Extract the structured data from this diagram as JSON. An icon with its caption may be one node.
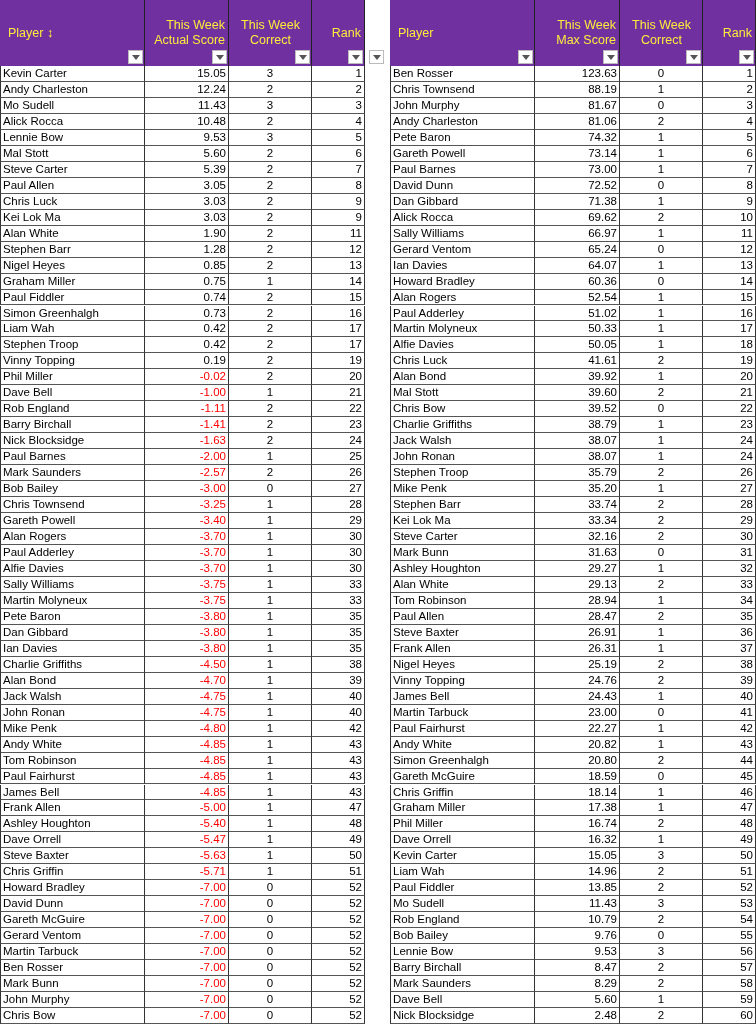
{
  "diagram": {
    "labels": [
      "Player ↕",
      "This Week Actual Score",
      "This Week Correct",
      "Rank",
      "Kevin Carter",
      "15.05",
      "3",
      "1",
      "Andy Charleston",
      "12.24",
      "2",
      "2",
      "Mo Sudell",
      "11.43",
      "3",
      "3",
      "Alick Rocca",
      "10.48",
      "2",
      "4",
      "Lennie Bow",
      "9.53",
      "3",
      "5",
      "Mal Stott",
      "5.60",
      "2",
      "6",
      "Steve Carter",
      "5.39",
      "2",
      "7",
      "Paul Allen",
      "3.05",
      "2",
      "8",
      "Chris Luck",
      "3.03",
      "2",
      "9",
      "Kei Lok Ma",
      "3.03",
      "2",
      "9",
      "Alan White",
      "1.90",
      "2",
      "11",
      "Stephen Barr",
      "1.28",
      "2",
      "12",
      "Nigel Heyes",
      "0.85",
      "2",
      "13",
      "Graham Miller",
      "0.75",
      "1",
      "14",
      "Paul Fiddler",
      "0.74",
      "2",
      "15",
      "Simon Greenhalgh",
      "0.73",
      "2",
      "16",
      "Liam Wah",
      "0.42",
      "2",
      "17",
      "Stephen Troop",
      "0.42",
      "2",
      "17",
      "Vinny Topping",
      "0.19",
      "2",
      "19",
      "Phil Miller",
      "-0.02",
      "2",
      "20",
      "Dave Bell",
      "-1.00",
      "1",
      "21",
      "Rob England",
      "-1.11",
      "2",
      "22",
      "Barry Birchall",
      "-1.41",
      "2",
      "23",
      "Nick Blocksidge",
      "-1.63",
      "2",
      "24",
      "Paul Barnes",
      "-2.00",
      "1",
      "25",
      "Mark Saunders",
      "-2.57",
      "2",
      "26",
      "Bob Bailey",
      "-3.00",
      "0",
      "27",
      "Chris Townsend",
      "-3.25",
      "1",
      "28",
      "Gareth Powell",
      "-3.40",
      "1",
      "29",
      "Alan Rogers",
      "-3.70",
      "1",
      "30",
      "Paul Adderley",
      "-3.70",
      "1",
      "30",
      "Alfie Davies",
      "-3.70",
      "1",
      "30",
      "Sally Williams",
      "-3.75",
      "1",
      "33",
      "Martin Molyneux",
      "-3.75",
      "1",
      "33",
      "Pete Baron",
      "-3.80",
      "1",
      "35",
      "Dan Gibbard",
      "-3.80",
      "1",
      "35",
      "Ian Davies",
      "-3.80",
      "1",
      "35",
      "Charlie Griffiths",
      "-4.50",
      "1",
      "38",
      "Alan Bond",
      "-4.70",
      "1",
      "39",
      "Jack Walsh",
      "-4.75",
      "1",
      "40",
      "John Ronan",
      "-4.75",
      "1",
      "40",
      "Mike Penk",
      "-4.80",
      "1",
      "42",
      "Andy White",
      "-4.85",
      "1",
      "43",
      "Tom Robinson",
      "-4.85",
      "1",
      "43",
      "Paul Fairhurst",
      "-4.85",
      "1",
      "43",
      "James Bell",
      "-4.85",
      "1",
      "43",
      "Frank Allen",
      "-5.00",
      "1",
      "47",
      "Ashley Houghton",
      "-5.40",
      "1",
      "48",
      "Dave Orrell",
      "-5.47",
      "1",
      "49",
      "Steve Baxter",
      "-5.63",
      "1",
      "50",
      "Chris Griffin",
      "-5.71",
      "1",
      "51",
      "Howard Bradley",
      "-7.00",
      "0",
      "52",
      "David Dunn",
      "-7.00",
      "0",
      "52",
      "Gareth McGuire",
      "-7.00",
      "0",
      "52",
      "Gerard Ventom",
      "-7.00",
      "0",
      "52",
      "Martin Tarbuck",
      "-7.00",
      "0",
      "52",
      "Ben Rosser",
      "-7.00",
      "0",
      "52",
      "Mark Bunn",
      "-7.00",
      "0",
      "52",
      "John Murphy",
      "-7.00",
      "0",
      "52",
      "Chris Bow",
      "-7.00",
      "0",
      "52",
      "Player",
      "This Week Max Score",
      "This Week Correct",
      "Rank",
      "Ben Rosser",
      "123.63",
      "0",
      "1",
      "Chris Townsend",
      "88.19",
      "1",
      "2",
      "John Murphy",
      "81.67",
      "0",
      "3",
      "Andy Charleston",
      "81.06",
      "2",
      "4",
      "Pete Baron",
      "74.32",
      "1",
      "5",
      "Gareth Powell",
      "73.14",
      "1",
      "6",
      "Paul Barnes",
      "73.00",
      "1",
      "7",
      "David Dunn",
      "72.52",
      "0",
      "8",
      "Dan Gibbard",
      "71.38",
      "1",
      "9",
      "Alick Rocca",
      "69.62",
      "2",
      "10",
      "Sally Williams",
      "66.97",
      "1",
      "11",
      "Gerard Ventom",
      "65.24",
      "0",
      "12",
      "Ian Davies",
      "64.07",
      "1",
      "13",
      "Howard Bradley",
      "60.36",
      "0",
      "14",
      "Alan Rogers",
      "52.54",
      "1",
      "15",
      "Paul Adderley",
      "51.02",
      "1",
      "16",
      "Martin Molyneux",
      "50.33",
      "1",
      "17",
      "Alfie Davies",
      "50.05",
      "1",
      "18",
      "Chris Luck",
      "41.61",
      "2",
      "19",
      "Alan Bond",
      "39.92",
      "1",
      "20",
      "Mal Stott",
      "39.60",
      "2",
      "21",
      "Chris Bow",
      "39.52",
      "0",
      "22",
      "Charlie Griffiths",
      "38.79",
      "1",
      "23",
      "Jack Walsh",
      "38.07",
      "1",
      "24",
      "John Ronan",
      "38.07",
      "1",
      "24",
      "Stephen Troop",
      "35.79",
      "2",
      "26",
      "Mike Penk",
      "35.20",
      "1",
      "27",
      "Stephen Barr",
      "33.74",
      "2",
      "28",
      "Kei Lok Ma",
      "33.34",
      "2",
      "29",
      "Steve Carter",
      "32.16",
      "2",
      "30",
      "Mark Bunn",
      "31.63",
      "0",
      "31",
      "Ashley Houghton",
      "29.27",
      "1",
      "32",
      "Alan White",
      "29.13",
      "2",
      "33",
      "Tom Robinson",
      "28.94",
      "1",
      "34",
      "Paul Allen",
      "28.47",
      "2",
      "35",
      "Steve Baxter",
      "26.91",
      "1",
      "36",
      "Frank Allen",
      "26.31",
      "1",
      "37",
      "Nigel Heyes",
      "25.19",
      "2",
      "38",
      "Vinny Topping",
      "24.76",
      "2",
      "39",
      "James Bell",
      "24.43",
      "1",
      "40",
      "Martin Tarbuck",
      "23.00",
      "0",
      "41",
      "Paul Fairhurst",
      "22.27",
      "1",
      "42",
      "Andy White",
      "20.82",
      "1",
      "43",
      "Simon Greenhalgh",
      "20.80",
      "2",
      "44",
      "Gareth McGuire",
      "18.59",
      "0",
      "45",
      "Chris Griffin",
      "18.14",
      "1",
      "46",
      "Graham Miller",
      "17.38",
      "1",
      "47",
      "Phil Miller",
      "16.74",
      "2",
      "48",
      "Dave Orrell",
      "16.32",
      "1",
      "49",
      "Kevin Carter",
      "15.05",
      "3",
      "50",
      "Liam Wah",
      "14.96",
      "2",
      "51",
      "Paul Fiddler",
      "13.85",
      "2",
      "52",
      "Mo Sudell",
      "11.43",
      "3",
      "53",
      "Rob England",
      "10.79",
      "2",
      "54",
      "Bob Bailey",
      "9.76",
      "0",
      "55",
      "Lennie Bow",
      "9.53",
      "3",
      "56",
      "Barry Birchall",
      "8.47",
      "2",
      "57",
      "Mark Saunders",
      "8.29",
      "2",
      "58",
      "Dave Bell",
      "5.60",
      "1",
      "59",
      "Nick Blocksidge",
      "2.48",
      "2",
      "60"
    ]
  }
}
